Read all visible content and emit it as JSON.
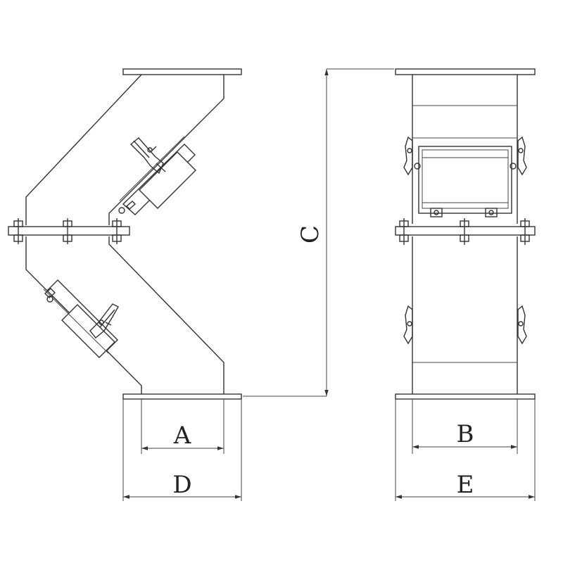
{
  "diagram": {
    "dimensions": {
      "A": "A",
      "B": "B",
      "C": "C",
      "D": "D",
      "E": "E"
    }
  }
}
